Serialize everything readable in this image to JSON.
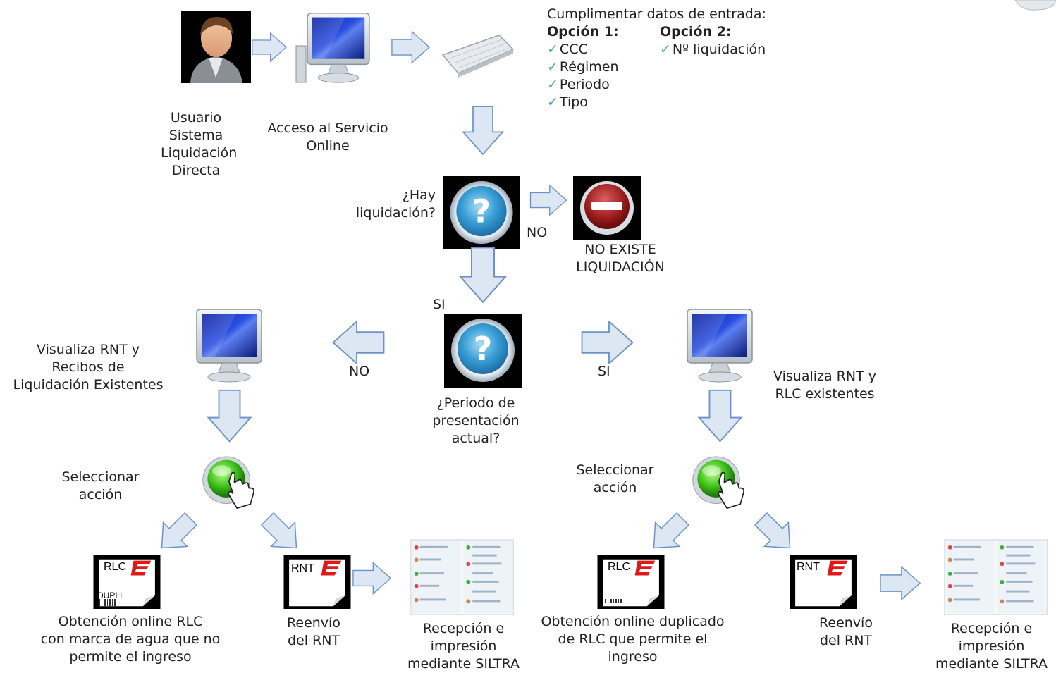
{
  "inputs": {
    "title": "Cumplimentar datos de entrada:",
    "option1": {
      "header": "Opción 1:",
      "items": [
        "CCC",
        "Régimen",
        "Periodo",
        "Tipo"
      ]
    },
    "option2": {
      "header": "Opción 2:",
      "items": [
        "Nº liquidación"
      ]
    }
  },
  "labels": {
    "usuario": [
      "Usuario",
      "Sistema",
      "Liquidación",
      "Directa"
    ],
    "acceso": [
      "Acceso al Servicio",
      "Online"
    ],
    "hay_liquidacion": [
      "¿Hay",
      "liquidación?"
    ],
    "no_existe": [
      "NO EXISTE",
      "LIQUIDACIÓN"
    ],
    "no": "NO",
    "si": "SI",
    "periodo": [
      "¿Periodo de",
      "presentación",
      "actual?"
    ],
    "visualiza_left": [
      "Visualiza RNT y",
      "Recibos de",
      "Liquidación Existentes"
    ],
    "visualiza_right": [
      "Visualiza RNT y",
      "RLC existentes"
    ],
    "seleccionar": [
      "Seleccionar",
      "acción"
    ],
    "obtencion_left": [
      "Obtención online RLC",
      "con marca de agua que no",
      "permite el ingreso"
    ],
    "obtencion_right": [
      "Obtención online duplicado",
      "de RLC que permite el",
      "ingreso"
    ],
    "reenvio": [
      "Reenvío",
      "del RNT"
    ],
    "recepcion": [
      "Recepción e",
      "impresión",
      "mediante SILTRA"
    ]
  },
  "docs": {
    "rlc": "RLC",
    "rnt": "RNT",
    "dupli": "DUPLI"
  },
  "icons": [
    "user-icon",
    "computer-icon",
    "keyboard-icon",
    "question-icon",
    "stop-icon",
    "monitor-icon",
    "green-button-icon",
    "document-icon",
    "siltra-screen-icon",
    "arrow-icon"
  ],
  "colors": {
    "arrow_fill": "#dde7f3",
    "arrow_stroke": "#6b93c9",
    "check": "#5aa0d0"
  }
}
